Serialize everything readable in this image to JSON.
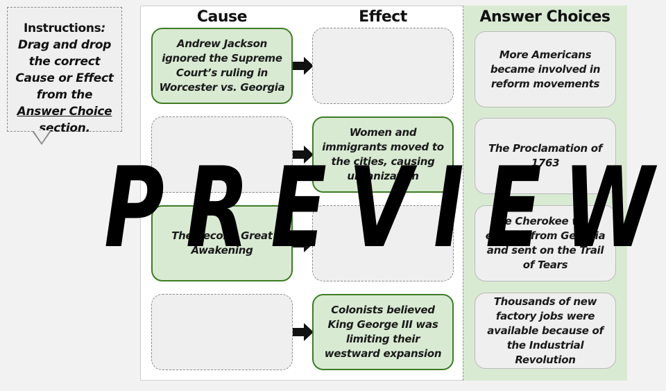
{
  "instructions": {
    "title": "Instructions",
    "colon": ":",
    "line1": "Drag and drop the correct Cause or Effect from the",
    "link_text": "Answer Choice",
    "line2": "section."
  },
  "headers": {
    "cause": "Cause",
    "effect": "Effect",
    "answers": "Answer Choices"
  },
  "rows": [
    {
      "cause": "Andrew Jackson ignored the Supreme Court’s ruling in Worcester vs. Georgia",
      "effect": ""
    },
    {
      "cause": "",
      "effect": "Women and immigrants moved to the cities, causing urbanization"
    },
    {
      "cause": "The Second Great Awakening",
      "effect": ""
    },
    {
      "cause": "",
      "effect": "Colonists believed King George III was limiting their westward expansion"
    }
  ],
  "answer_choices": [
    "More Americans became involved in reform movements",
    "The Proclamation of 1763",
    "The Cherokee were evicted from Georgia and sent on the Trail of Tears",
    "Thousands of new factory jobs were available because of the Industrial Revolution"
  ],
  "watermark": "PREVIEW",
  "colors": {
    "filled_bg": "#d9ead3",
    "filled_border": "#3b7d23",
    "empty_bg": "#efefef",
    "panel_bg": "#d9ead3"
  }
}
